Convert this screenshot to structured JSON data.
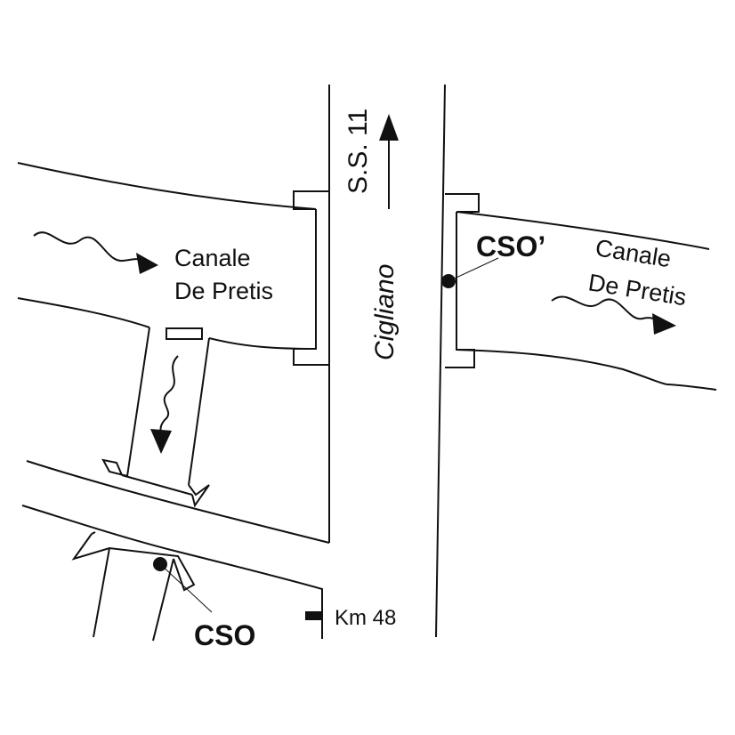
{
  "map": {
    "road_name": "S.S. 11",
    "town_direction": "Cigliano",
    "canal_left_line1": "Canale",
    "canal_left_line2": "De Pretis",
    "canal_right_line1": "Canale",
    "canal_right_line2": "De Pretis",
    "cso_label": "CSO",
    "cso_prime_label": "CSO’",
    "km_marker": "Km 48"
  },
  "colors": {
    "ink": "#111111",
    "background": "#ffffff"
  }
}
